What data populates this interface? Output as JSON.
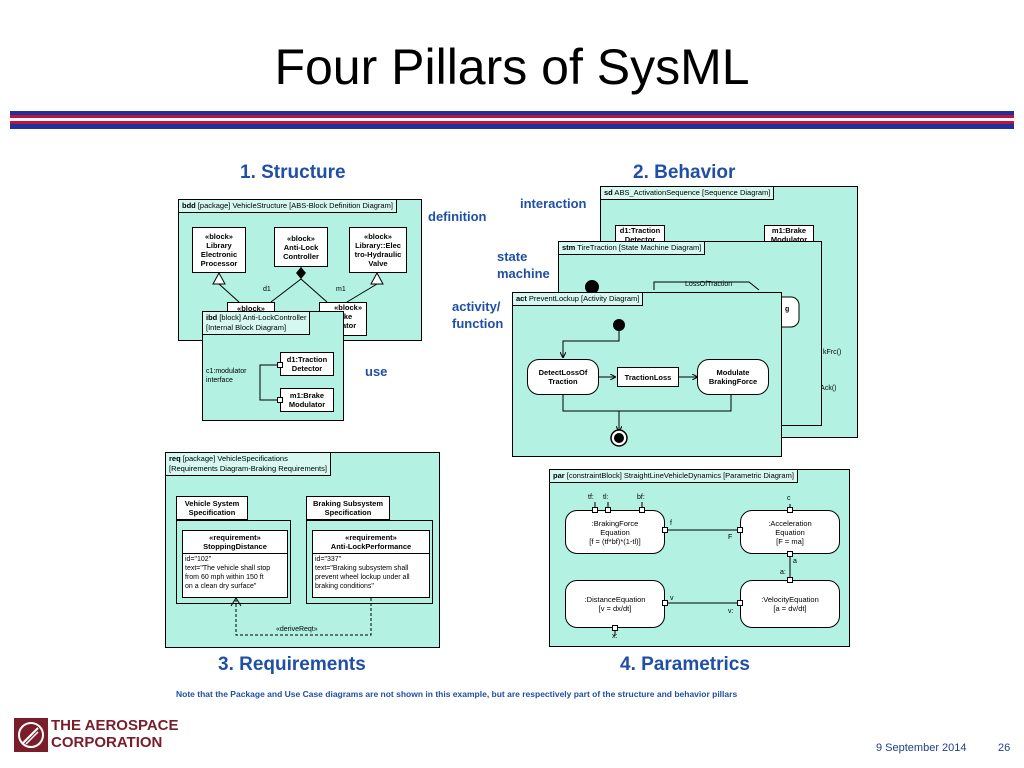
{
  "slide": {
    "title": "Four Pillars of SysML",
    "note": "Note that the Package and Use Case diagrams are not shown in this example, but are respectively part of the structure and behavior pillars",
    "date": "9 September 2014",
    "page_number": "26"
  },
  "logo": {
    "line1": "THE AEROSPACE",
    "line2": "CORPORATION"
  },
  "colors": {
    "accent_blue": "#1f4fa6",
    "diagram_fill": "#b3f1e3",
    "bar_red": "#c0143c",
    "bar_blue": "#1e2f9e",
    "logo_red": "#7a1d2b"
  },
  "structure": {
    "title": "1. Structure",
    "definition_label": "definition",
    "use_label": "use",
    "bdd": {
      "header_kind": "bdd",
      "header_text": " [package] VehicleStructure [ABS-Block Definition Diagram]",
      "blocks": [
        "«block»\nLibrary\nElectronic\nProcessor",
        "«block»\nAnti-Lock\nController",
        "«block»\nLibrary::Elec\ntro-Hydraulic\nValve"
      ],
      "part_left": "«block»",
      "part_right": "«block»\nke\nlator",
      "role_d1": "d1",
      "role_m1": "m1"
    },
    "ibd": {
      "header_kind": "ibd",
      "header_text": " [block] Anti-LockController\n[Internal Block Diagram]",
      "connector_label": "c1:modulator\ninterface",
      "part1": "d1:Traction\nDetector",
      "part2": "m1:Brake\nModulator"
    }
  },
  "behavior": {
    "title": "2. Behavior",
    "labels": {
      "interaction": "interaction",
      "state_machine": "state\nmachine",
      "activity": "activity/\nfunction"
    },
    "sd": {
      "header_kind": "sd",
      "header_text": " ABS_ActivationSequence [Sequence Diagram]",
      "lifeline1": "d1:Traction\nDetector",
      "lifeline2": "m1:Brake\nModulator",
      "msg1": "kFrc()",
      "msg2": "sendAck()"
    },
    "stm": {
      "header_kind": "stm",
      "header_text": " TireTraction [State Machine Diagram]",
      "transition": "LossOfTraction",
      "state_fragment": "g"
    },
    "act": {
      "header_kind": "act",
      "header_text": " PreventLockup [Activity Diagram]",
      "actions": [
        "DetectLossOf\nTraction",
        "TractionLoss",
        "Modulate\nBrakingForce"
      ]
    }
  },
  "requirements": {
    "title": "3. Requirements",
    "req": {
      "header_kind": "req",
      "header_text": " [package] VehicleSpecifications\n[Requirements Diagram-Braking Requirements]",
      "pkg1": "Vehicle System\nSpecification",
      "pkg2": "Braking Subsystem\nSpecification",
      "req1_name": "«requirement»\nStoppingDistance",
      "req1_text": "id=\"102\"\ntext=\"The vehicle shall stop\nfrom 60 mph within 150 ft\non a clean dry surface\"",
      "req2_name": "«requirement»\nAnti-LockPerformance",
      "req2_text": "id=\"337\"\ntext=\"Braking subsystem shall\nprevent wheel lockup under all\nbraking conditions\"",
      "relation": "«deriveReqt»"
    }
  },
  "parametrics": {
    "title": "4. Parametrics",
    "par": {
      "header_kind": "par",
      "header_text": " [constraintBlock] StraightLineVehicleDynamics [Parametric Diagram]",
      "c1": ":BrakingForce\nEquation\n[f = (tf*bf)*(1-tl)]",
      "c2": ":Acceleration\nEquation\n[F = ma]",
      "c3": ":DistanceEquation\n[v = dx/dt]",
      "c4": ":VelocityEquation\n[a = dv/dt]",
      "params": {
        "tf": "tf:",
        "tl": "tl:",
        "bf": "bf:",
        "c": "c",
        "f": "f",
        "F": "F",
        "a": "a",
        "a2": "a:",
        "v": "v",
        "v2": "v:",
        "x": "x:"
      }
    }
  }
}
